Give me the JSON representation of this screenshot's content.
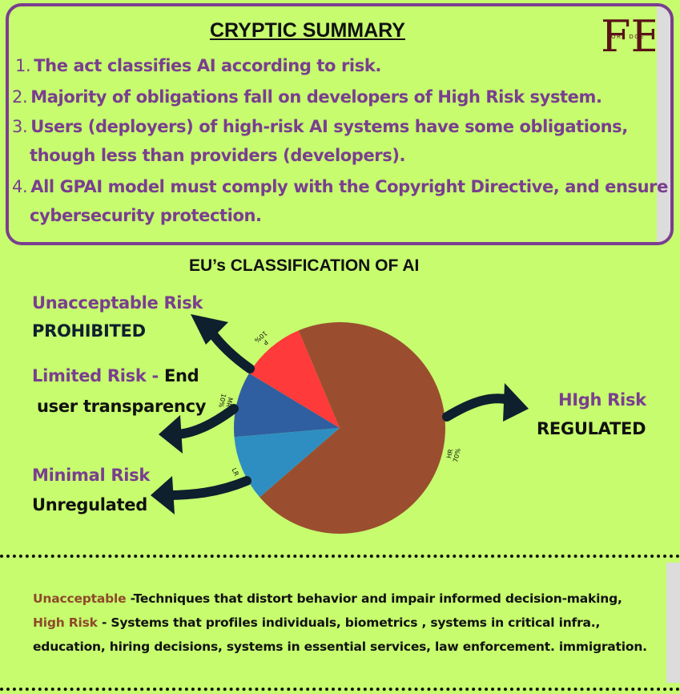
{
  "summary": {
    "title": "CRYPTIC SUMMARY",
    "logo": {
      "main": "FE",
      "sub": "ORT  DGE"
    },
    "items": [
      {
        "num": "1.",
        "lines": [
          "The act classifies AI according to risk."
        ]
      },
      {
        "num": "2.",
        "lines": [
          "Majority of obligations fall on developers of High Risk system."
        ]
      },
      {
        "num": "3.",
        "lines": [
          "Users (deployers) of high-risk AI systems have some obligations,",
          "though less than providers (developers)."
        ]
      },
      {
        "num": "4.",
        "lines": [
          "All GPAI model must comply with the Copyright Directive, and ensure",
          "cybersecurity protection."
        ]
      }
    ]
  },
  "classification": {
    "title": "EU’s CLASSIFICATION OF AI",
    "labels": {
      "unacceptable": "Unacceptable Risk",
      "prohibited": "PROHIBITED",
      "limited": "Limited Risk - ",
      "limited_end": "End",
      "limited_line2": "user transparency",
      "minimal": "Minimal  Risk",
      "unregulated": "Unregulated",
      "high": "HIgh Risk",
      "regulated": "REGULATED"
    }
  },
  "chart_data": {
    "type": "pie",
    "slices": [
      {
        "label": "HR",
        "value": 70,
        "value_label": "70%",
        "color": "#9a4e2f"
      },
      {
        "label": "LR",
        "value": 10,
        "value_label": "",
        "color": "#2e8ec2"
      },
      {
        "label": "MR",
        "value": 10,
        "value_label": "10%",
        "color": "#2f5fa0"
      },
      {
        "label": "P",
        "value": 10,
        "value_label": "10%",
        "color": "#ff3a3a"
      }
    ]
  },
  "definitions": {
    "unacceptable_term": "Unacceptable",
    "unacceptable_text": " -Techniques that distort behavior and impair informed decision-making,",
    "high_term": "High Risk",
    "high_text": " - Systems that profiles individuals, biometrics , systems in critical infra.,",
    "line3": "education,  hiring decisions, systems in essential services, law enforcement. immigration."
  },
  "colors": {
    "background": "#c6fc6e",
    "accent": "#7a3e8f",
    "brown": "#8e4a2a",
    "arrow": "#0e1f2e"
  }
}
